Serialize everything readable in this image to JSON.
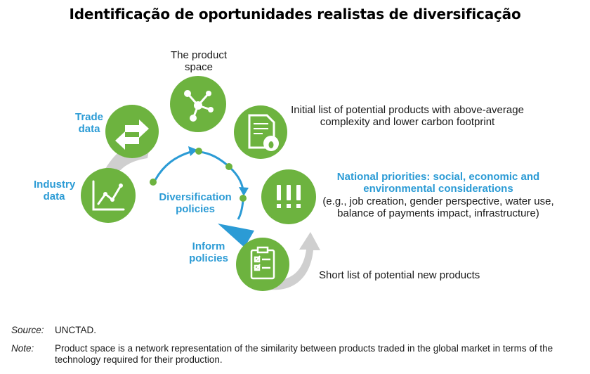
{
  "title": "Identificação de oportunidades realistas de diversificação",
  "center_label": [
    "Diversification",
    "policies"
  ],
  "nodes": {
    "industry": {
      "label": [
        "Industry",
        "data"
      ],
      "icon": "line-chart-icon"
    },
    "trade": {
      "label": [
        "Trade",
        "data"
      ],
      "icon": "exchange-arrows-icon"
    },
    "product_space": {
      "label": [
        "The product",
        "space"
      ],
      "icon": "network-nodes-icon"
    },
    "initial_list": {
      "label": [
        "Initial list of potential products with above-average",
        "complexity and lower carbon footprint"
      ],
      "icon": "document-footprint-icon"
    },
    "priorities": {
      "label_bold": [
        "National priorities: social, economic and",
        "environmental considerations"
      ],
      "label": [
        "(e.g., job creation, gender perspective, water use,",
        "balance of payments impact, infrastructure)"
      ],
      "icon": "exclamation-marks-icon"
    },
    "short_list": {
      "label": [
        "Short list of potential new products"
      ],
      "icon": "clipboard-checklist-icon"
    },
    "inform": {
      "label": [
        "Inform",
        "policies"
      ]
    }
  },
  "footer": {
    "source_key": "Source:",
    "source_value": "UNCTAD.",
    "note_key": "Note:",
    "note_value": "Product space is a network representation of the similarity between products traded in the global market in terms of the technology required for their production."
  },
  "colors": {
    "green": "#6db33f",
    "blue": "#2b9bd5",
    "grey": "#cccccc"
  }
}
